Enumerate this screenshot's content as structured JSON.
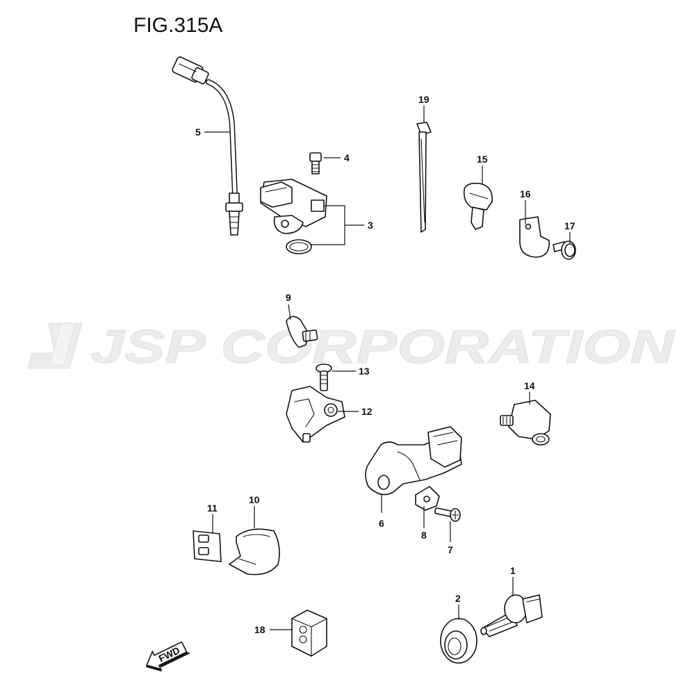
{
  "figure": {
    "title": "FIG.315A",
    "watermark": "JSP CORPORATION",
    "fwd_label": "FWD"
  },
  "callouts": [
    {
      "id": "c1",
      "label": "1"
    },
    {
      "id": "c2",
      "label": "2"
    },
    {
      "id": "c3",
      "label": "3"
    },
    {
      "id": "c4",
      "label": "4"
    },
    {
      "id": "c5",
      "label": "5"
    },
    {
      "id": "c6",
      "label": "6"
    },
    {
      "id": "c7",
      "label": "7"
    },
    {
      "id": "c8",
      "label": "8"
    },
    {
      "id": "c9",
      "label": "9"
    },
    {
      "id": "c10",
      "label": "10"
    },
    {
      "id": "c11",
      "label": "11"
    },
    {
      "id": "c12",
      "label": "12"
    },
    {
      "id": "c13",
      "label": "13"
    },
    {
      "id": "c14",
      "label": "14"
    },
    {
      "id": "c15",
      "label": "15"
    },
    {
      "id": "c16",
      "label": "16"
    },
    {
      "id": "c17",
      "label": "17"
    },
    {
      "id": "c18",
      "label": "18"
    },
    {
      "id": "c19",
      "label": "19"
    }
  ]
}
